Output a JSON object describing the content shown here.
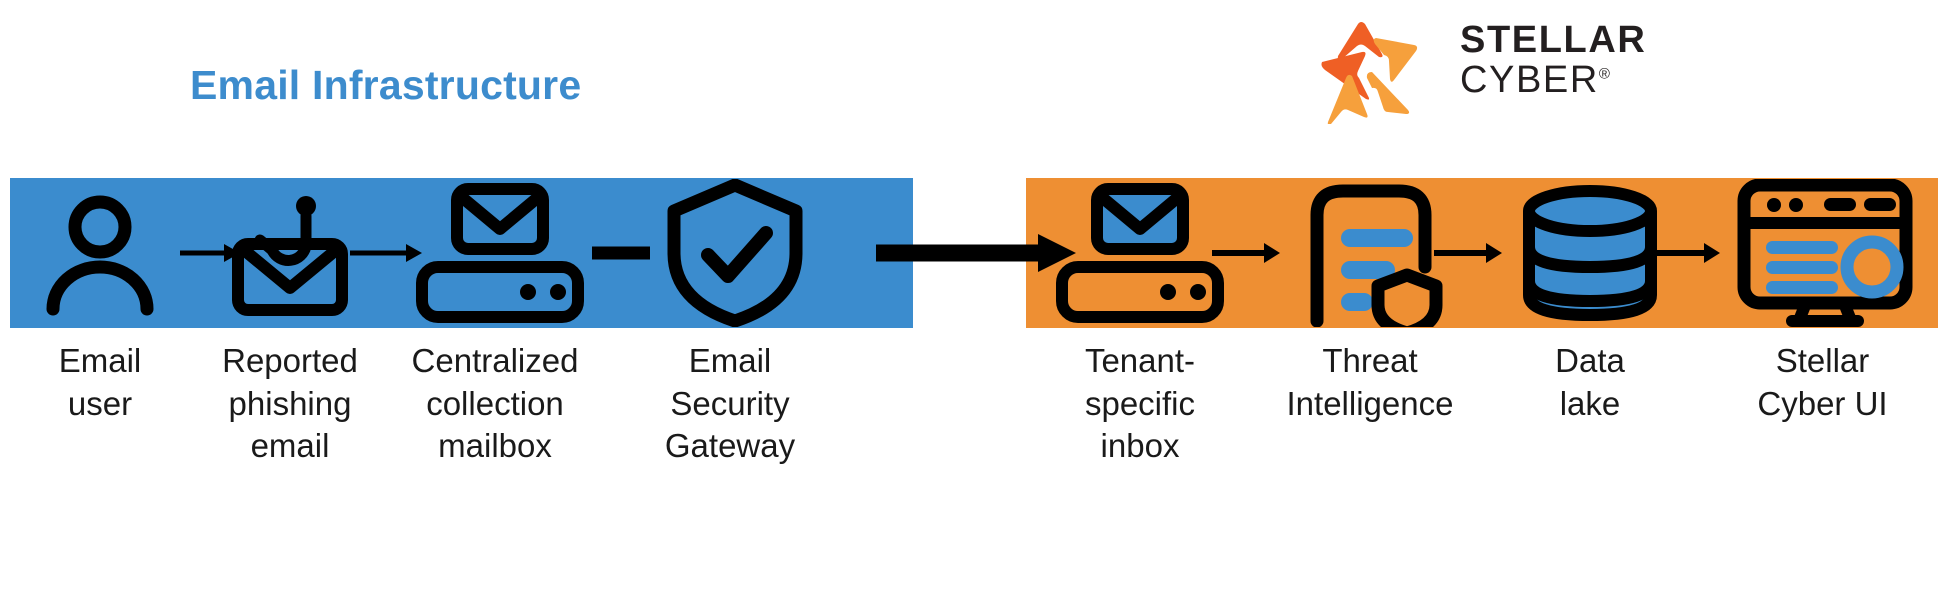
{
  "diagram": {
    "title_left": "Email Infrastructure",
    "colors": {
      "blue_band": "#3b8cce",
      "orange_band": "#ee8f33",
      "title_blue": "#3d8ccd",
      "icon_black": "#000000",
      "icon_blue_fill": "#3b8cce",
      "logo_orange_dark": "#ef5f25",
      "logo_orange_light": "#f6a03c",
      "logo_text": "#231f20"
    },
    "logo": {
      "line1": "STELLAR",
      "line2": "CYBER",
      "registered_mark": "®"
    },
    "left_section": {
      "name": "Email Infrastructure",
      "nodes": [
        {
          "id": "email-user",
          "icon": "user-icon",
          "label_lines": [
            "Email",
            "user"
          ]
        },
        {
          "id": "reported-phishing",
          "icon": "phishing-hook-email-icon",
          "label_lines": [
            "Reported",
            "phishing",
            "email"
          ]
        },
        {
          "id": "collection-mailbox",
          "icon": "mail-server-icon",
          "label_lines": [
            "Centralized",
            "collection",
            "mailbox"
          ]
        },
        {
          "id": "email-security-gateway",
          "icon": "shield-check-icon",
          "label_lines": [
            "Email",
            "Security",
            "Gateway"
          ]
        }
      ]
    },
    "right_section": {
      "name": "Stellar Cyber",
      "nodes": [
        {
          "id": "tenant-inbox",
          "icon": "mail-server-icon",
          "label_lines": [
            "Tenant-",
            "specific",
            "inbox"
          ]
        },
        {
          "id": "threat-intelligence",
          "icon": "document-shield-icon",
          "label_lines": [
            "Threat",
            "Intelligence"
          ]
        },
        {
          "id": "data-lake",
          "icon": "database-icon",
          "label_lines": [
            "Data",
            "lake"
          ]
        },
        {
          "id": "stellar-cyber-ui",
          "icon": "monitor-dashboard-icon",
          "label_lines": [
            "Stellar",
            "Cyber UI"
          ]
        }
      ]
    },
    "connectors": [
      {
        "id": "user-to-phishing",
        "style": "thin-arrow"
      },
      {
        "id": "phishing-to-mailbox",
        "style": "thin-arrow"
      },
      {
        "id": "mailbox-to-gateway",
        "style": "thick-line"
      },
      {
        "id": "gateway-to-tenant-inbox",
        "style": "thick-arrow"
      },
      {
        "id": "inbox-to-threat-intel",
        "style": "thin-arrow"
      },
      {
        "id": "threat-intel-to-lake",
        "style": "thin-arrow"
      },
      {
        "id": "lake-to-ui",
        "style": "thin-arrow"
      }
    ]
  }
}
